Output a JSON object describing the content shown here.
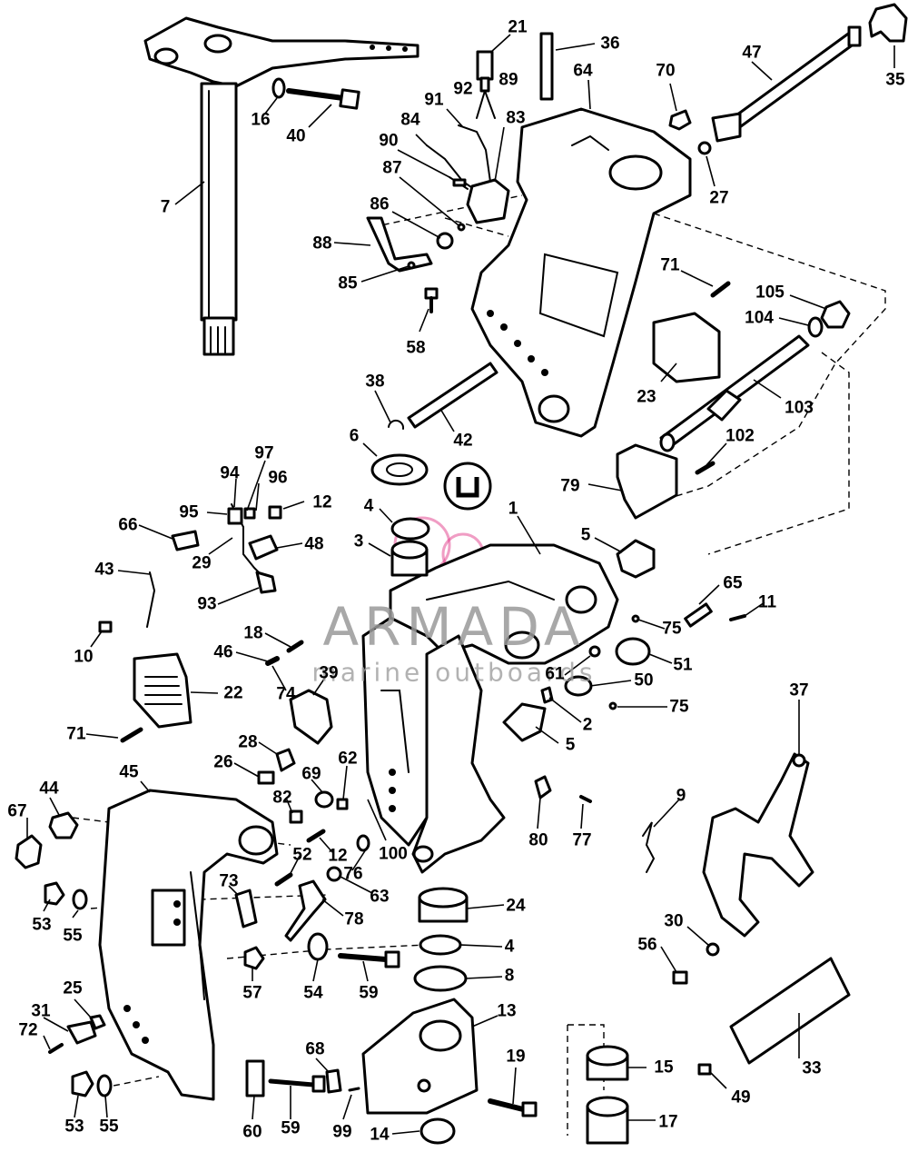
{
  "watermark": {
    "brand": "ARMADA",
    "tagline": "marine outboards",
    "accent": "#e23c8a"
  },
  "callouts": [
    {
      "id": "21",
      "text": "21"
    },
    {
      "id": "36",
      "text": "36"
    },
    {
      "id": "47",
      "text": "47"
    },
    {
      "id": "35",
      "text": "35"
    },
    {
      "id": "16",
      "text": "16"
    },
    {
      "id": "40",
      "text": "40"
    },
    {
      "id": "92",
      "text": "92"
    },
    {
      "id": "89",
      "text": "89"
    },
    {
      "id": "91",
      "text": "91"
    },
    {
      "id": "64",
      "text": "64"
    },
    {
      "id": "70",
      "text": "70"
    },
    {
      "id": "84",
      "text": "84"
    },
    {
      "id": "83",
      "text": "83"
    },
    {
      "id": "90",
      "text": "90"
    },
    {
      "id": "27",
      "text": "27"
    },
    {
      "id": "7",
      "text": "7"
    },
    {
      "id": "87",
      "text": "87"
    },
    {
      "id": "86",
      "text": "86"
    },
    {
      "id": "88",
      "text": "88"
    },
    {
      "id": "85",
      "text": "85"
    },
    {
      "id": "71a",
      "text": "71"
    },
    {
      "id": "105",
      "text": "105"
    },
    {
      "id": "104",
      "text": "104"
    },
    {
      "id": "58",
      "text": "58"
    },
    {
      "id": "38",
      "text": "38"
    },
    {
      "id": "23",
      "text": "23"
    },
    {
      "id": "103",
      "text": "103"
    },
    {
      "id": "6",
      "text": "6"
    },
    {
      "id": "42",
      "text": "42"
    },
    {
      "id": "102",
      "text": "102"
    },
    {
      "id": "97",
      "text": "97"
    },
    {
      "id": "94",
      "text": "94"
    },
    {
      "id": "96",
      "text": "96"
    },
    {
      "id": "79",
      "text": "79"
    },
    {
      "id": "95",
      "text": "95"
    },
    {
      "id": "12a",
      "text": "12"
    },
    {
      "id": "1",
      "text": "1"
    },
    {
      "id": "66",
      "text": "66"
    },
    {
      "id": "4a",
      "text": "4"
    },
    {
      "id": "29",
      "text": "29"
    },
    {
      "id": "48",
      "text": "48"
    },
    {
      "id": "3",
      "text": "3"
    },
    {
      "id": "5a",
      "text": "5"
    },
    {
      "id": "43",
      "text": "43"
    },
    {
      "id": "93",
      "text": "93"
    },
    {
      "id": "65",
      "text": "65"
    },
    {
      "id": "11",
      "text": "11"
    },
    {
      "id": "10",
      "text": "10"
    },
    {
      "id": "18",
      "text": "18"
    },
    {
      "id": "75a",
      "text": "75"
    },
    {
      "id": "46",
      "text": "46"
    },
    {
      "id": "51",
      "text": "51"
    },
    {
      "id": "39",
      "text": "39"
    },
    {
      "id": "61",
      "text": "61"
    },
    {
      "id": "50",
      "text": "50"
    },
    {
      "id": "22",
      "text": "22"
    },
    {
      "id": "74",
      "text": "74"
    },
    {
      "id": "75b",
      "text": "75"
    },
    {
      "id": "2",
      "text": "2"
    },
    {
      "id": "71b",
      "text": "71"
    },
    {
      "id": "37",
      "text": "37"
    },
    {
      "id": "28",
      "text": "28"
    },
    {
      "id": "5b",
      "text": "5"
    },
    {
      "id": "26",
      "text": "26"
    },
    {
      "id": "62",
      "text": "62"
    },
    {
      "id": "45",
      "text": "45"
    },
    {
      "id": "69",
      "text": "69"
    },
    {
      "id": "44",
      "text": "44"
    },
    {
      "id": "82",
      "text": "82"
    },
    {
      "id": "9",
      "text": "9"
    },
    {
      "id": "67",
      "text": "67"
    },
    {
      "id": "80",
      "text": "80"
    },
    {
      "id": "77",
      "text": "77"
    },
    {
      "id": "12b",
      "text": "12"
    },
    {
      "id": "100",
      "text": "100"
    },
    {
      "id": "52",
      "text": "52"
    },
    {
      "id": "76",
      "text": "76"
    },
    {
      "id": "73",
      "text": "73"
    },
    {
      "id": "63",
      "text": "63"
    },
    {
      "id": "24",
      "text": "24"
    },
    {
      "id": "53a",
      "text": "53"
    },
    {
      "id": "55a",
      "text": "55"
    },
    {
      "id": "78",
      "text": "78"
    },
    {
      "id": "30",
      "text": "30"
    },
    {
      "id": "4b",
      "text": "4"
    },
    {
      "id": "56",
      "text": "56"
    },
    {
      "id": "57",
      "text": "57"
    },
    {
      "id": "54",
      "text": "54"
    },
    {
      "id": "59a",
      "text": "59"
    },
    {
      "id": "8",
      "text": "8"
    },
    {
      "id": "25",
      "text": "25"
    },
    {
      "id": "13",
      "text": "13"
    },
    {
      "id": "31",
      "text": "31"
    },
    {
      "id": "72",
      "text": "72"
    },
    {
      "id": "19",
      "text": "19"
    },
    {
      "id": "15",
      "text": "15"
    },
    {
      "id": "33",
      "text": "33"
    },
    {
      "id": "68",
      "text": "68"
    },
    {
      "id": "49",
      "text": "49"
    },
    {
      "id": "53b",
      "text": "53"
    },
    {
      "id": "55b",
      "text": "55"
    },
    {
      "id": "60",
      "text": "60"
    },
    {
      "id": "59b",
      "text": "59"
    },
    {
      "id": "99",
      "text": "99"
    },
    {
      "id": "14",
      "text": "14"
    },
    {
      "id": "17",
      "text": "17"
    }
  ]
}
